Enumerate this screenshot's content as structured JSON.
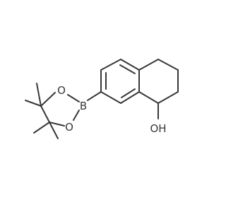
{
  "molecule": {
    "atom_labels": {
      "boron": "B",
      "oxygen_upper": "O",
      "oxygen_lower": "O",
      "hydroxyl": "OH"
    },
    "colors": {
      "bond": "#383838",
      "label": "#383838",
      "background": "#ffffff"
    }
  }
}
